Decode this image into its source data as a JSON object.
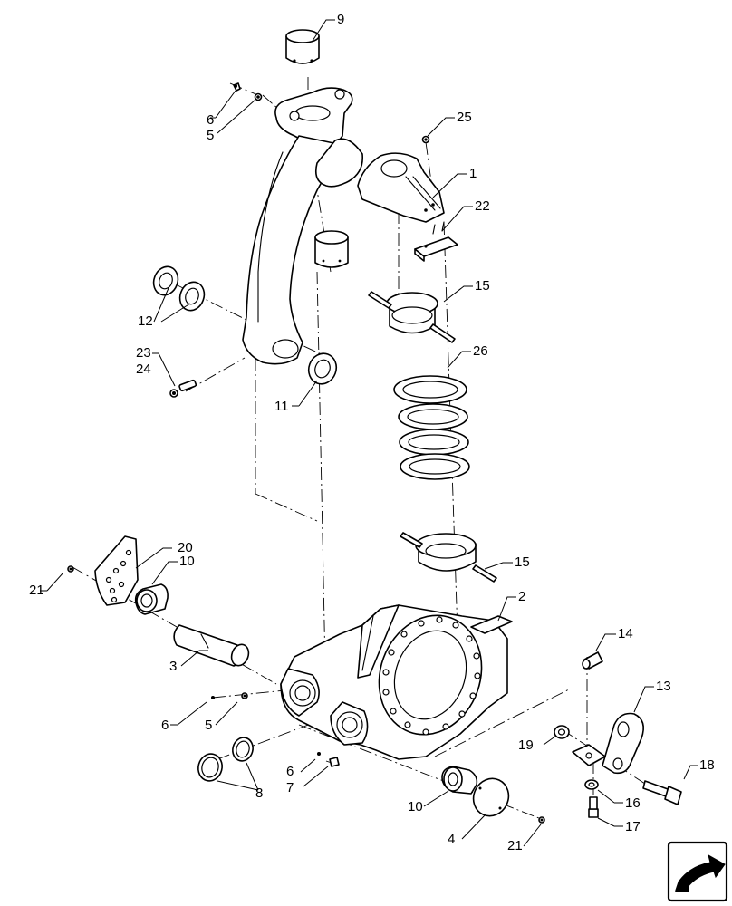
{
  "diagram": {
    "callouts": [
      "9",
      "6",
      "5",
      "25",
      "1",
      "22",
      "15",
      "12",
      "26",
      "23",
      "24",
      "11",
      "20",
      "10",
      "21",
      "15",
      "2",
      "3",
      "14",
      "13",
      "6",
      "5",
      "19",
      "18",
      "8",
      "6",
      "7",
      "16",
      "10",
      "17",
      "4",
      "21"
    ]
  },
  "icons": {
    "corner_badge": "navigation-arrow-icon"
  }
}
